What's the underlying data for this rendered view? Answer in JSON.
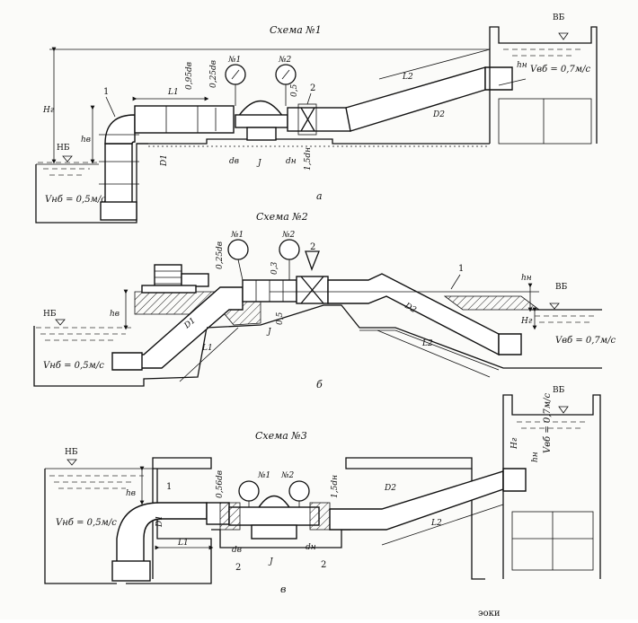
{
  "schemes": [
    {
      "title": "Схема №1",
      "label": "а",
      "labels": {
        "vb": "ВБ",
        "nb": "НБ",
        "hg": "Hг",
        "hv": "hв",
        "hn": "hн",
        "v_vb": "Vвб = 0,7м/с",
        "v_nb": "Vнб = 0,5м/с",
        "l1": "L1",
        "l2": "L2",
        "d1": "D1",
        "d2": "D2",
        "l_095": "0,95dв",
        "l_025": "0,25dв",
        "l_05": "0,5",
        "l_15": "1,5dн",
        "dv": "dв",
        "dn": "dн",
        "j": "J",
        "g1": "№1",
        "g2": "№2",
        "n1": "1",
        "n2": "2"
      }
    },
    {
      "title": "Схема №2",
      "label": "б",
      "labels": {
        "vb": "ВБ",
        "nb": "НБ",
        "hg": "Hг",
        "hv": "hв",
        "hn": "hн",
        "v_vb": "Vвб = 0,7м/с",
        "v_nb": "Vнб = 0,5м/с",
        "l1": "L1",
        "l2": "L2",
        "d1": "D1",
        "d2": "D2",
        "l_025": "0,25dв",
        "l_03": "0,3",
        "l_05": "0,5",
        "j": "J",
        "g1": "№1",
        "g2": "№2",
        "n1": "1",
        "n2": "2"
      }
    },
    {
      "title": "Схема №3",
      "label": "в",
      "labels": {
        "vb": "ВБ",
        "nb": "НБ",
        "hg": "Hг",
        "hv": "hв",
        "hn": "hн",
        "v_vb": "Vвб = 0,7м/с",
        "v_nb": "Vнб = 0,5м/с",
        "l1": "L1",
        "l2": "L2",
        "d1": "D1",
        "d2": "D2",
        "l_056": "0,56dв",
        "l_15": "1,5dн",
        "dv": "dв",
        "dn": "dн",
        "j": "J",
        "g1": "№1",
        "g2": "№2",
        "n1": "1",
        "n2a": "2",
        "n2b": "2"
      }
    }
  ],
  "caption_fragment": "эоки"
}
